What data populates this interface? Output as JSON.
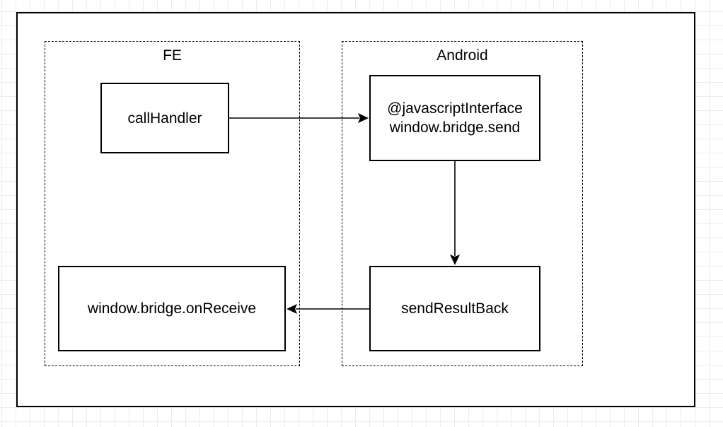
{
  "groups": {
    "fe": {
      "title": "FE"
    },
    "android": {
      "title": "Android"
    }
  },
  "nodes": {
    "call_handler": {
      "label": "callHandler"
    },
    "js_interface": {
      "line1": "@javascriptInterface",
      "line2": "window.bridge.send"
    },
    "send_result_back": {
      "label": "sendResultBack"
    },
    "on_receive": {
      "label": "window.bridge.onReceive"
    }
  },
  "colors": {
    "stroke": "#000000",
    "background": "#ffffff",
    "grid": "#ececec"
  }
}
